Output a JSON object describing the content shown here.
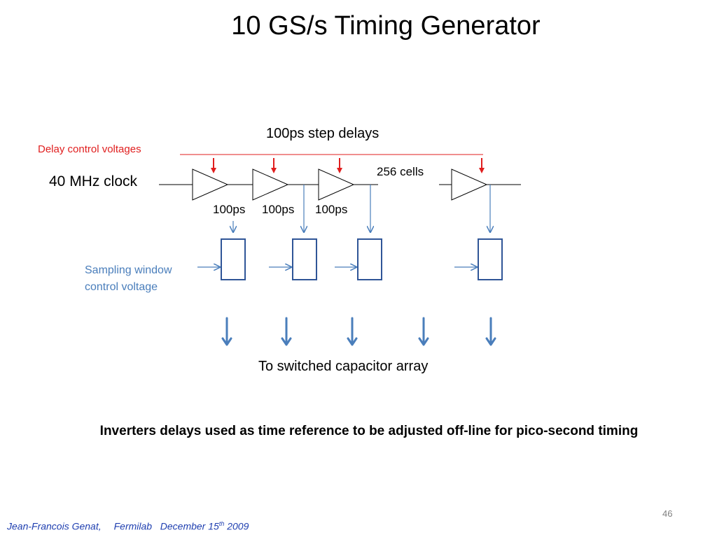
{
  "slide": {
    "title": "10 GS/s Timing Generator",
    "page_number": "46"
  },
  "diagram": {
    "step_delays_label": "100ps step delays",
    "delay_control_label": "Delay control voltages",
    "clock_label": "40 MHz clock",
    "cells_label": "256 cells",
    "delay_labels": [
      "100ps",
      "100ps",
      "100ps"
    ],
    "sampling_label_line1": "Sampling window",
    "sampling_label_line2": "control voltage",
    "output_label": "To switched capacitor array",
    "colors": {
      "control": "#e01e1e",
      "signal": "#4a7ebb",
      "box": "#2f5597",
      "wire": "#000000"
    }
  },
  "summary": "Inverters delays used as time reference to be adjusted off-line for pico-second timing",
  "footer": {
    "author": "Jean-Francois Genat,",
    "lab": "Fermilab",
    "date_prefix": "December 15",
    "date_sup": "th",
    "year": "2009"
  }
}
